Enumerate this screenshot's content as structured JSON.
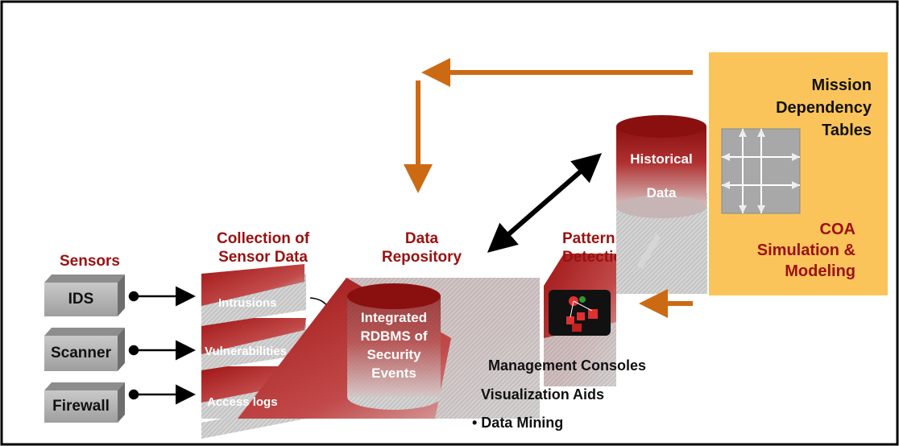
{
  "sensors": {
    "title": "Sensors",
    "items": [
      "IDS",
      "Scanner",
      "Firewall"
    ]
  },
  "collection": {
    "title_line1": "Collection of",
    "title_line2": "Sensor Data",
    "layers": [
      "Intrusions",
      "Vulnerabilities",
      "Access logs"
    ]
  },
  "repository": {
    "title_line1": "Data",
    "title_line2": "Repository",
    "cylinder_lines": [
      "Integrated",
      "RDBMS of",
      "Security",
      "Events"
    ]
  },
  "pattern": {
    "title_line1": "Pattern",
    "title_line2": "Detection"
  },
  "historical": {
    "line1": "Historical",
    "line2": "Data"
  },
  "mission": {
    "title_lines": [
      "Mission",
      "Dependency",
      "Tables"
    ],
    "coa_lines": [
      "COA",
      "Simulation &",
      "Modeling"
    ]
  },
  "outputs": [
    "Management Consoles",
    "Visualization Aids",
    "• Data Mining"
  ],
  "colors": {
    "dark_red": "#9b1010",
    "orange_arrow": "#cc6a14",
    "mission_box": "#fbc45a",
    "gray_box": "#a8a8a8"
  }
}
